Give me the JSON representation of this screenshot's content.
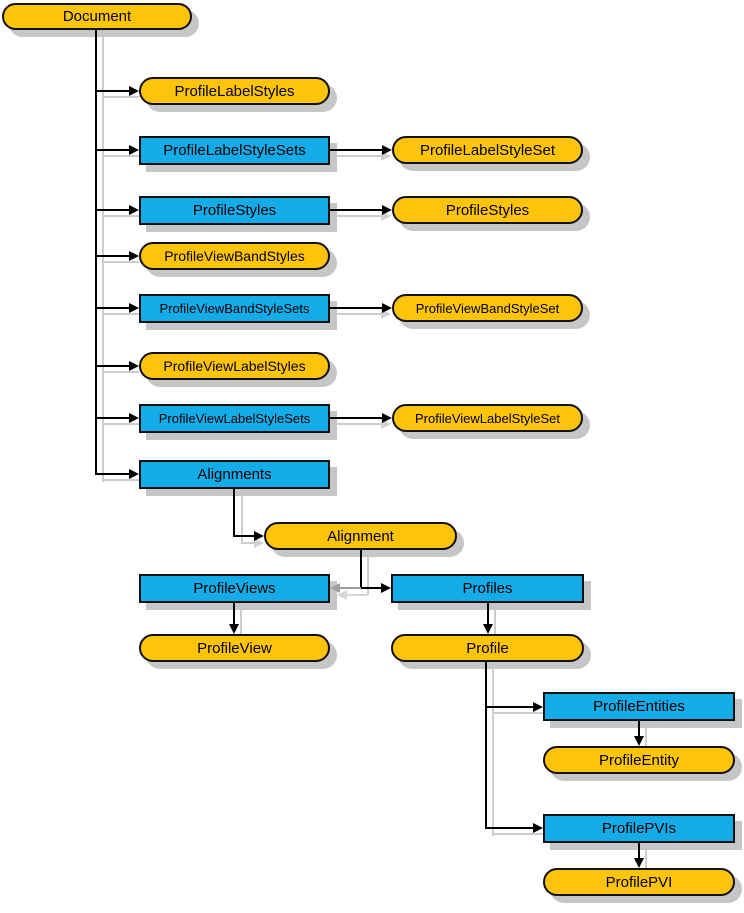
{
  "diagram": {
    "description": "Object model tree diagram of Document profile-related classes",
    "colors": {
      "object_fill": "#FDC40A",
      "collection_fill": "#14ACE8",
      "border": "#111111",
      "connector": "#000000",
      "shadow": "#C6C6C6"
    },
    "legend": {
      "object_shape": "rounded stadium (yellow)",
      "collection_shape": "rectangle (blue)"
    },
    "nodes": [
      {
        "id": "document",
        "label": "Document",
        "kind": "object"
      },
      {
        "id": "profile-label-styles",
        "label": "ProfileLabelStyles",
        "kind": "object"
      },
      {
        "id": "profile-label-style-sets",
        "label": "ProfileLabelStyleSets",
        "kind": "collection"
      },
      {
        "id": "profile-label-style-set",
        "label": "ProfileLabelStyleSet",
        "kind": "object"
      },
      {
        "id": "profile-styles-collection",
        "label": "ProfileStyles",
        "kind": "collection"
      },
      {
        "id": "profile-styles-object",
        "label": "ProfileStyles",
        "kind": "object"
      },
      {
        "id": "profile-view-band-styles",
        "label": "ProfileViewBandStyles",
        "kind": "object"
      },
      {
        "id": "profile-view-band-style-sets",
        "label": "ProfileViewBandStyleSets",
        "kind": "collection"
      },
      {
        "id": "profile-view-band-style-set",
        "label": "ProfileViewBandStyleSet",
        "kind": "object"
      },
      {
        "id": "profile-view-label-styles",
        "label": "ProfileViewLabelStyles",
        "kind": "object"
      },
      {
        "id": "profile-view-label-style-sets",
        "label": "ProfileViewLabelStyleSets",
        "kind": "collection"
      },
      {
        "id": "profile-view-label-style-set",
        "label": "ProfileViewLabelStyleSet",
        "kind": "object"
      },
      {
        "id": "alignments",
        "label": "Alignments",
        "kind": "collection"
      },
      {
        "id": "alignment",
        "label": "Alignment",
        "kind": "object"
      },
      {
        "id": "profile-views",
        "label": "ProfileViews",
        "kind": "collection"
      },
      {
        "id": "profiles",
        "label": "Profiles",
        "kind": "collection"
      },
      {
        "id": "profile-view",
        "label": "ProfileView",
        "kind": "object"
      },
      {
        "id": "profile",
        "label": "Profile",
        "kind": "object"
      },
      {
        "id": "profile-entities",
        "label": "ProfileEntities",
        "kind": "collection"
      },
      {
        "id": "profile-entity",
        "label": "ProfileEntity",
        "kind": "object"
      },
      {
        "id": "profile-pvis",
        "label": "ProfilePVIs",
        "kind": "collection"
      },
      {
        "id": "profile-pvi",
        "label": "ProfilePVI",
        "kind": "object"
      }
    ],
    "edges": [
      {
        "from": "document",
        "to": "profile-label-styles"
      },
      {
        "from": "document",
        "to": "profile-label-style-sets"
      },
      {
        "from": "document",
        "to": "profile-styles-collection"
      },
      {
        "from": "document",
        "to": "profile-view-band-styles"
      },
      {
        "from": "document",
        "to": "profile-view-band-style-sets"
      },
      {
        "from": "document",
        "to": "profile-view-label-styles"
      },
      {
        "from": "document",
        "to": "profile-view-label-style-sets"
      },
      {
        "from": "document",
        "to": "alignments"
      },
      {
        "from": "profile-label-style-sets",
        "to": "profile-label-style-set"
      },
      {
        "from": "profile-styles-collection",
        "to": "profile-styles-object"
      },
      {
        "from": "profile-view-band-style-sets",
        "to": "profile-view-band-style-set"
      },
      {
        "from": "profile-view-label-style-sets",
        "to": "profile-view-label-style-set"
      },
      {
        "from": "alignments",
        "to": "alignment"
      },
      {
        "from": "alignment",
        "to": "profile-views"
      },
      {
        "from": "alignment",
        "to": "profiles"
      },
      {
        "from": "profile-views",
        "to": "profile-view"
      },
      {
        "from": "profiles",
        "to": "profile"
      },
      {
        "from": "profile",
        "to": "profile-entities"
      },
      {
        "from": "profile",
        "to": "profile-pvis"
      },
      {
        "from": "profile-entities",
        "to": "profile-entity"
      },
      {
        "from": "profile-pvis",
        "to": "profile-pvi"
      }
    ]
  }
}
